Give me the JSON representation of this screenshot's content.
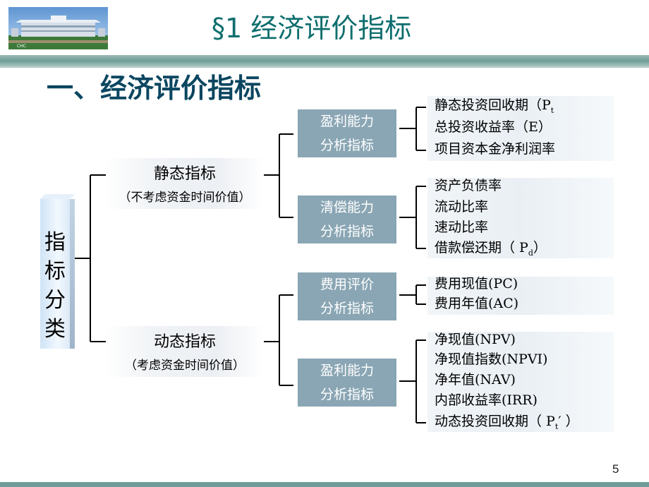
{
  "title": "§1 经济评价指标",
  "heading": "一、经济评价指标",
  "category": {
    "label_chars": [
      "指",
      "标",
      "分",
      "类"
    ]
  },
  "static": {
    "title": "静态指标",
    "subtitle": "（不考虑资金时间价值）",
    "groups": [
      {
        "box": [
          "盈利能力",
          "分析指标"
        ],
        "items": [
          "静态投资回收期（P",
          "总投资收益率（E）",
          "项目资本金净利润率"
        ],
        "first_item_sub": "t"
      },
      {
        "box": [
          "清偿能力",
          "分析指标"
        ],
        "items": [
          "资产负债率",
          "流动比率",
          "速动比率",
          "借款偿还期（ P",
          "）"
        ],
        "last_item_sub": "d"
      }
    ]
  },
  "dynamic": {
    "title": "动态指标",
    "subtitle": "（考虑资金时间价值）",
    "groups": [
      {
        "box": [
          "费用评价",
          "分析指标"
        ],
        "items": [
          "费用现值(PC)",
          "费用年值(AC)"
        ]
      },
      {
        "box": [
          "盈利能力",
          "分析指标"
        ],
        "items": [
          "净现值(NPV)",
          "净现值指数(NPVI)",
          "净年值(NAV)",
          "内部收益率(IRR)",
          "动态投资回收期（ P",
          "′ ）"
        ],
        "last_item_sub": "t"
      }
    ]
  },
  "page_number": "5"
}
